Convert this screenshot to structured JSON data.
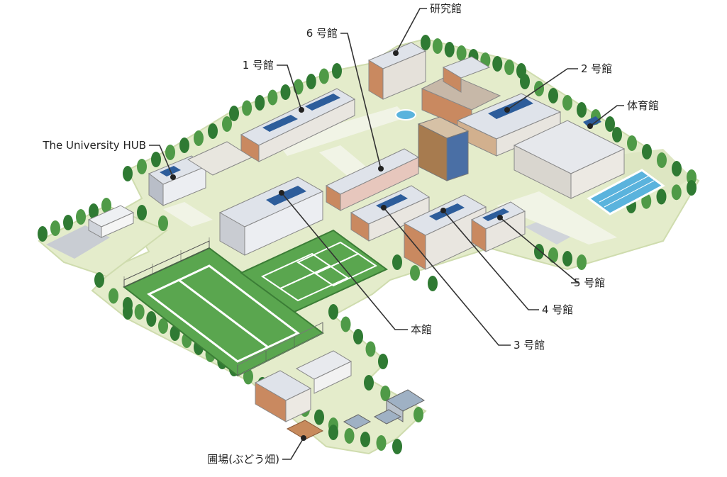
{
  "map": {
    "labels": {
      "kenkyukan": "研究館",
      "bldg6": "6 号館",
      "bldg1": "1 号館",
      "bldg2": "2 号館",
      "gym": "体育館",
      "hub": "The University HUB",
      "bldg5": "5 号館",
      "bldg4": "4 号館",
      "honkan": "本館",
      "bldg3": "3 号館",
      "vineyard": "圃場(ぶどう畑)"
    }
  },
  "colors": {
    "ground": "#e4eccb",
    "ground_edge": "#cfdcae",
    "path": "#f1f4e6",
    "tree": "#4f9a47",
    "tree_dark": "#2f7a33",
    "field": "#4e9b46",
    "field_line": "#ffffff",
    "pool": "#5ab3dd",
    "roof": "#dfe3ea",
    "wall_brick": "#c98960",
    "wall_grey": "#b9bec8",
    "leader": "#333333"
  }
}
